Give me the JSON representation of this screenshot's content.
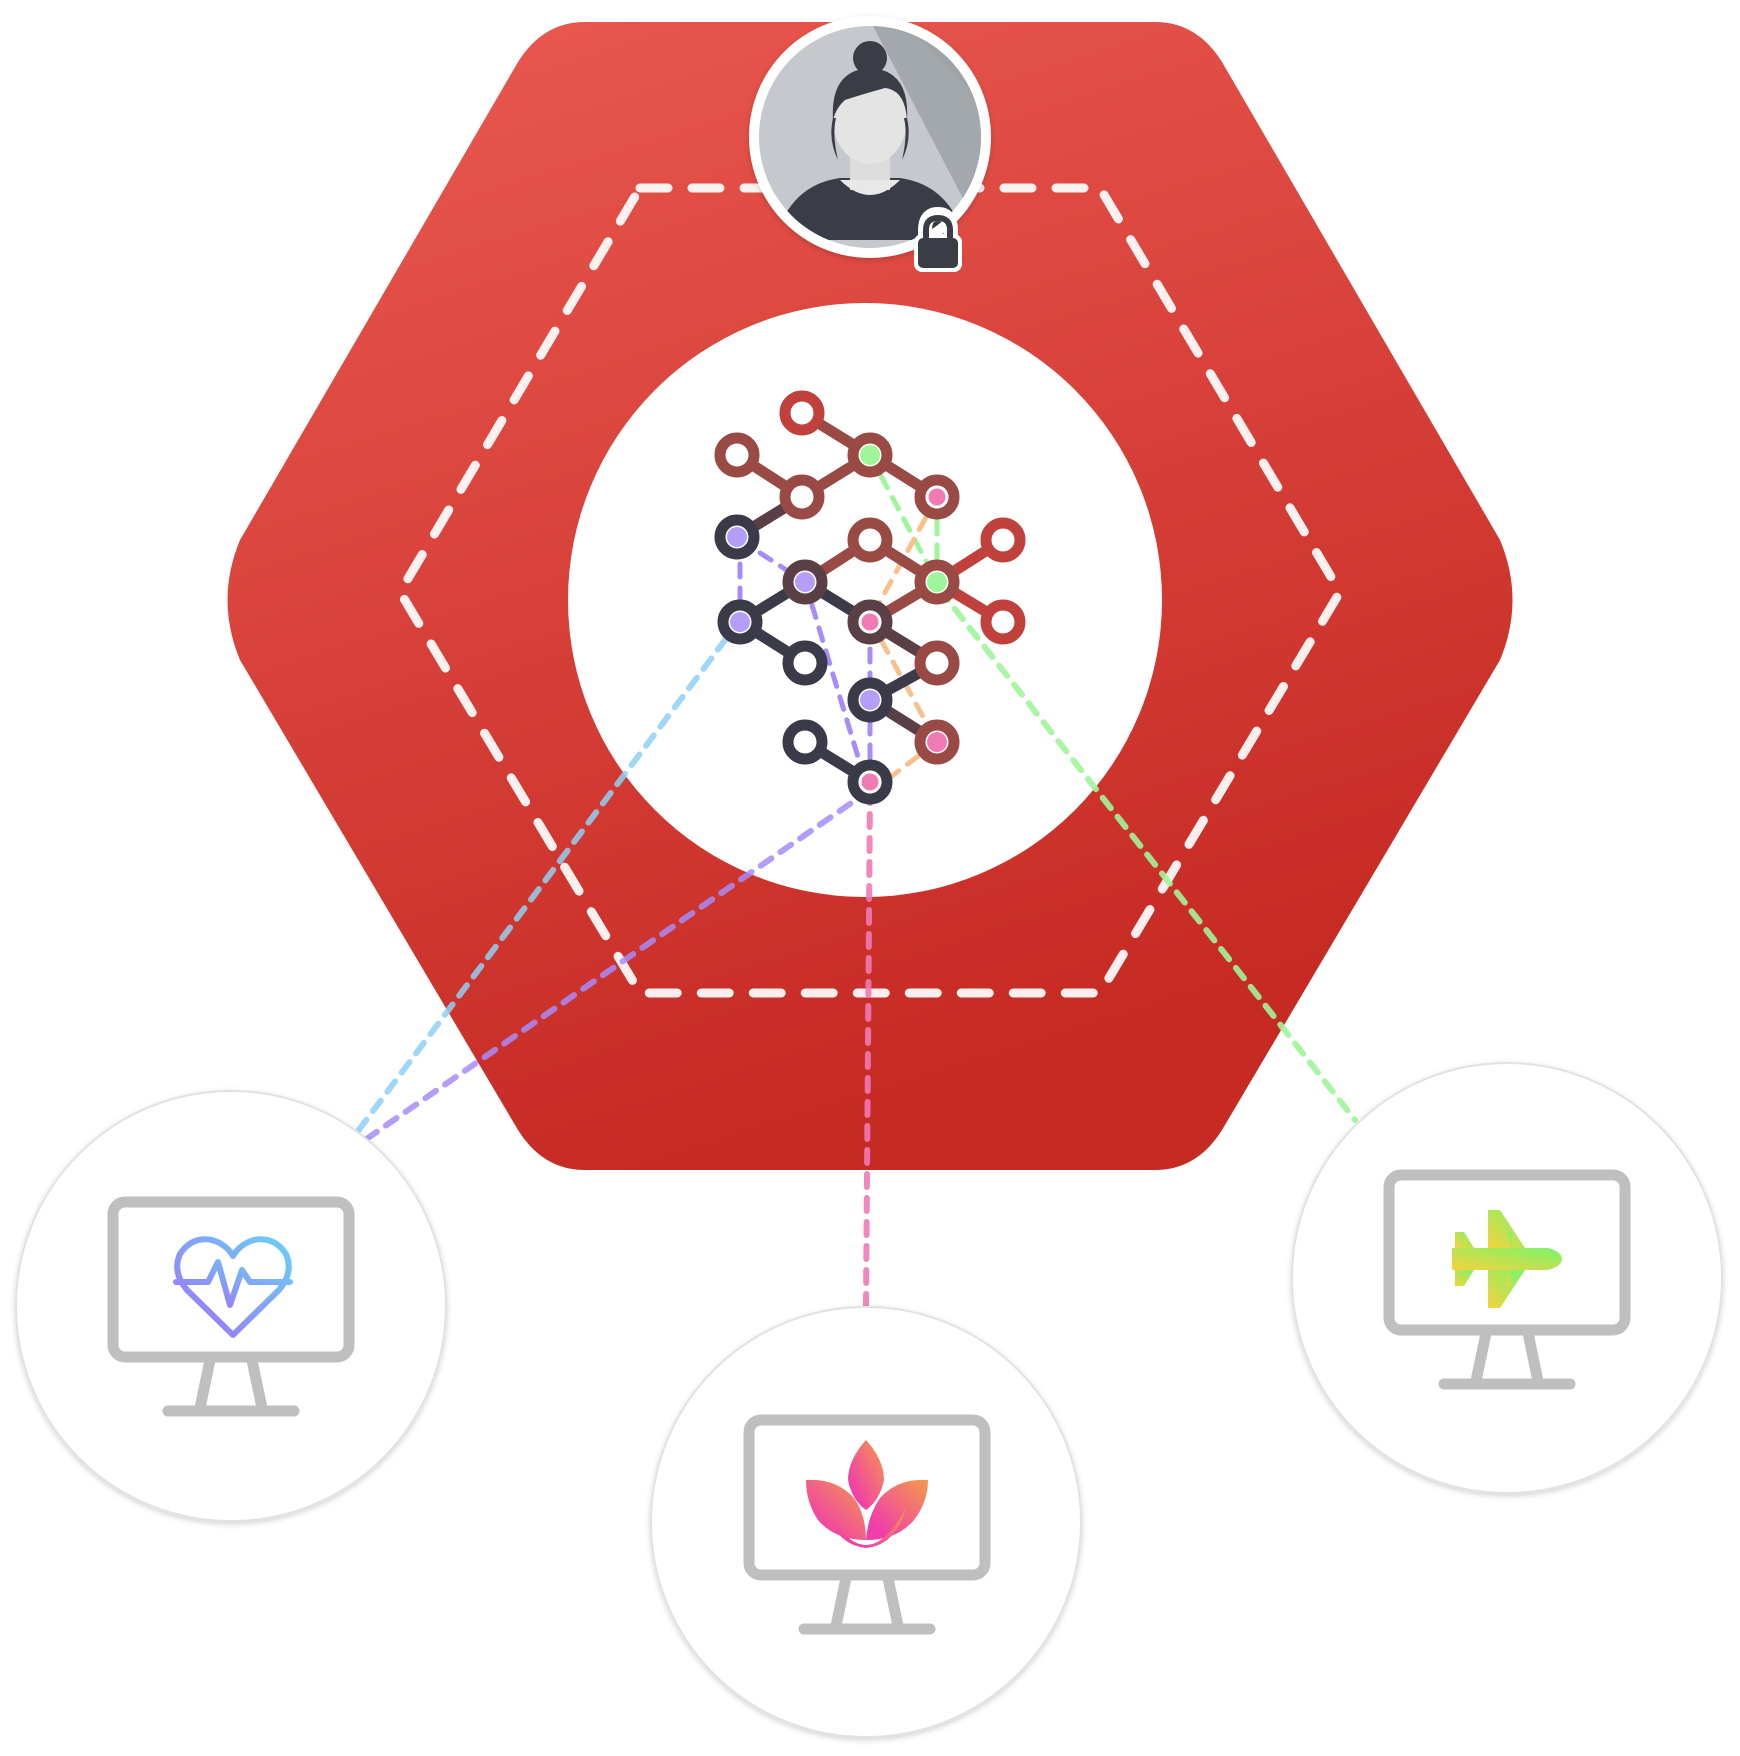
{
  "colors": {
    "hexagon_top": "#eb5a51",
    "hexagon_bottom": "#c52a23",
    "dashed_ring": "#ffffff",
    "node_dark": "#3a3a48",
    "node_brown": "#9a4a44",
    "node_red": "#c0403b",
    "dot_purple": "#b49ef8",
    "dot_green": "#9ef59a",
    "dot_pink": "#f07ab4",
    "link_blue": "#8fd0f5",
    "link_purple": "#a78bfa",
    "link_pink": "#f07ab4",
    "link_green": "#9ef59a",
    "link_orange": "#f9c08c",
    "monitor_grey": "#bfbfbf",
    "circle_border": "#e2e2e2"
  },
  "user": {
    "avatar_icon": "woman-avatar-icon",
    "badge_icon": "padlock-icon"
  },
  "hub": {
    "icon": "molecular-graph-icon"
  },
  "clients": [
    {
      "name": "health-client",
      "screen_icon": "heartbeat-heart-icon",
      "gradient": [
        "#a070f8",
        "#6ad0f5"
      ]
    },
    {
      "name": "wellness-client",
      "screen_icon": "lotus-flower-icon",
      "gradient": [
        "#f03fa8",
        "#f59a4a"
      ]
    },
    {
      "name": "travel-client",
      "screen_icon": "airplane-icon",
      "gradient": [
        "#f7d23c",
        "#7af56a"
      ]
    }
  ]
}
